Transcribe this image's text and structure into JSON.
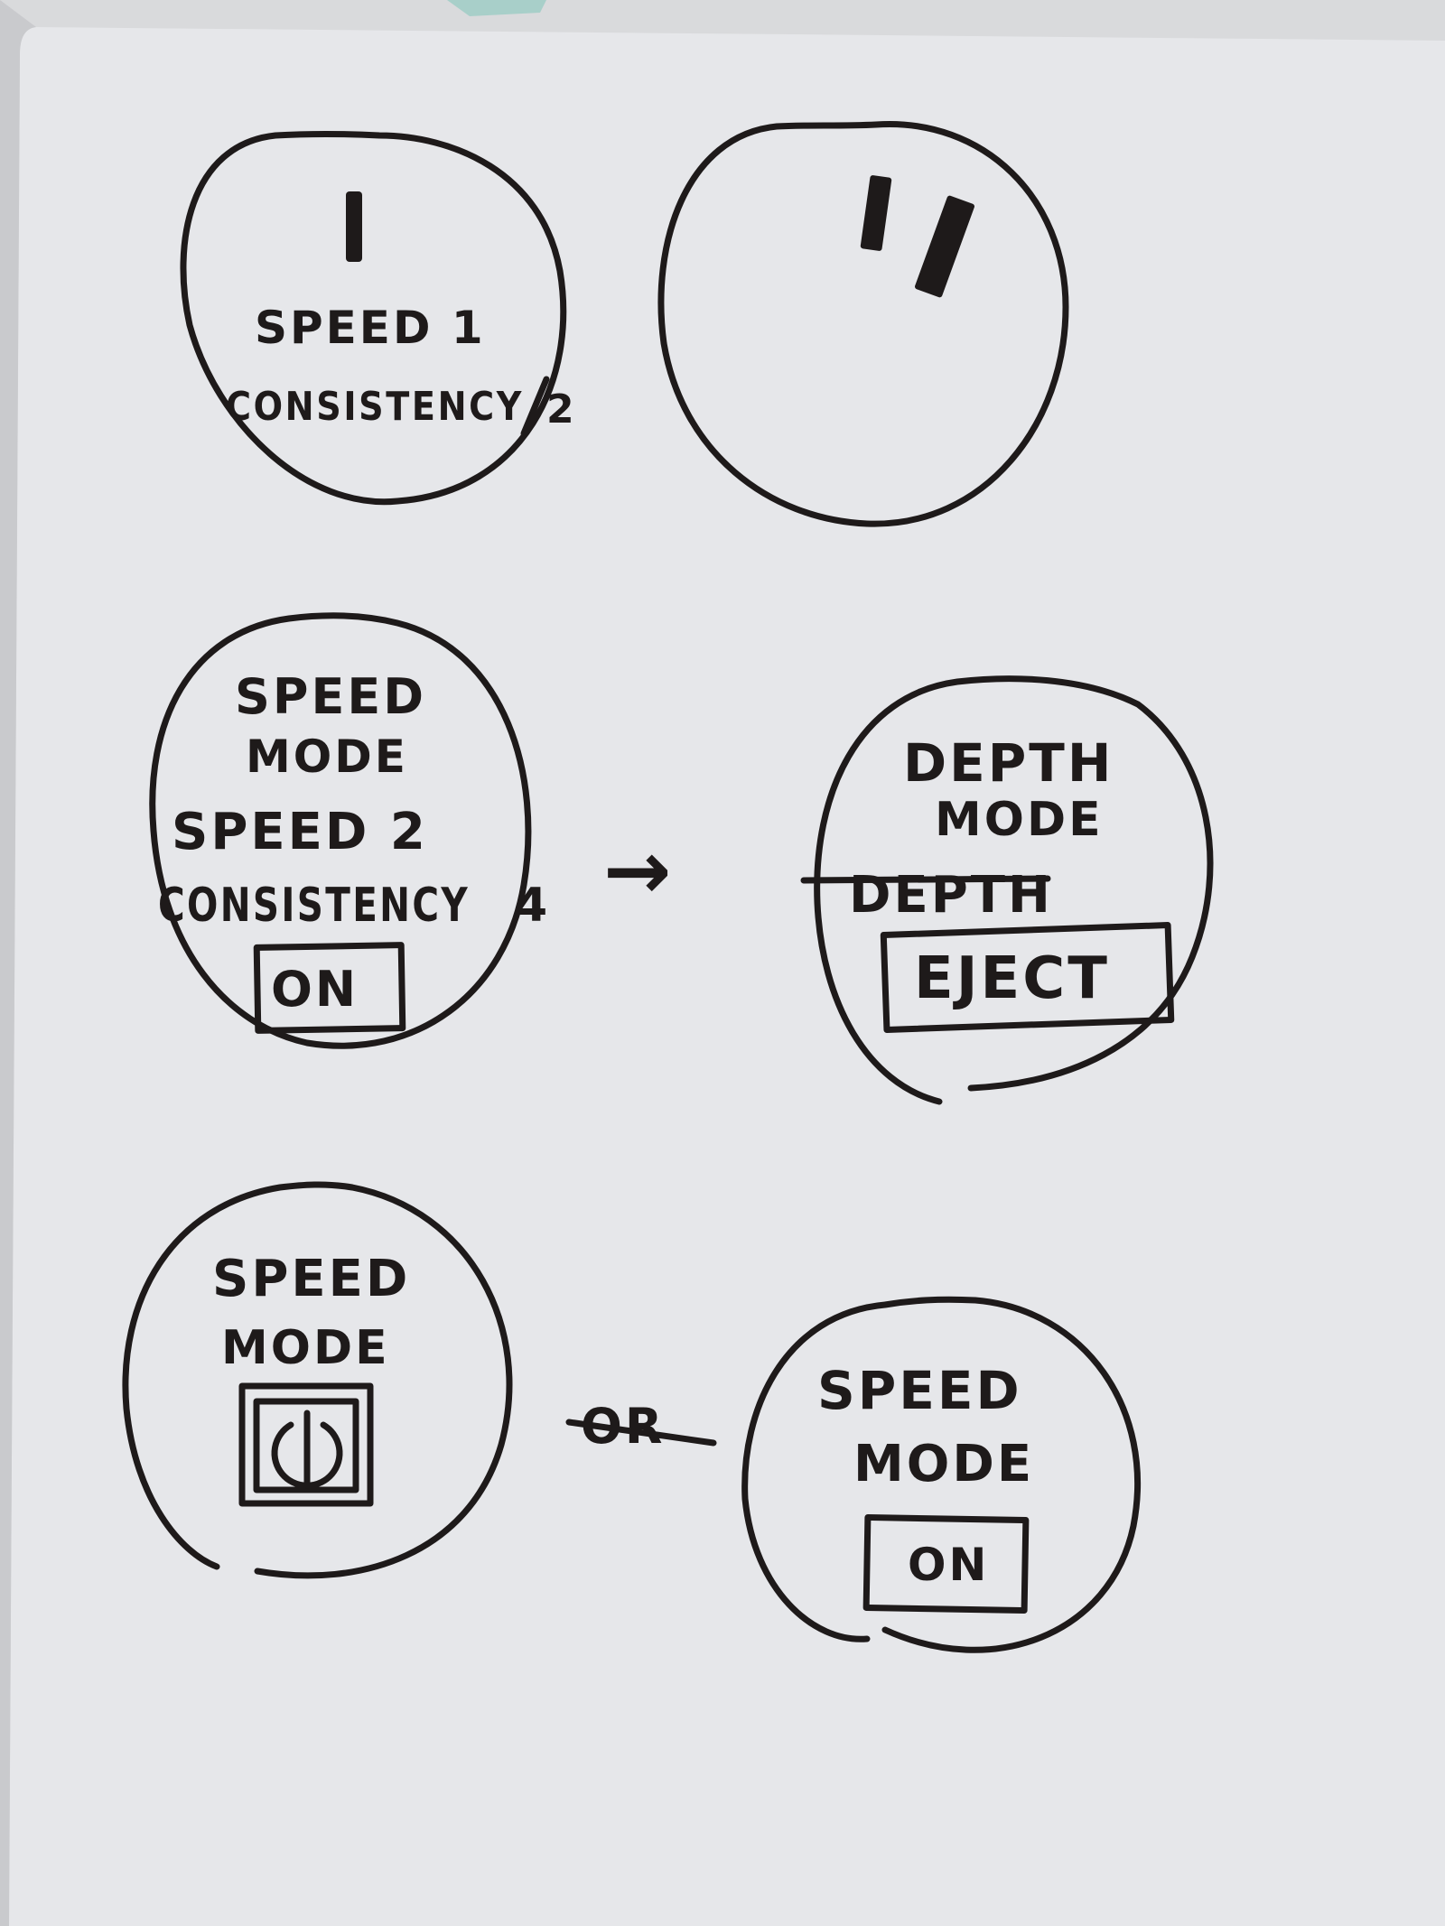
{
  "colors": {
    "paper": "#e6e7ea",
    "paper_shadow": "#c9cacd",
    "ink": "#1e1a1a",
    "tape": "#a8cfc9"
  },
  "sketch_1": {
    "hand": "I",
    "speed": "SPEED 1",
    "consistency": "CONSISTENCY",
    "consistency_value": "2"
  },
  "sketch_2": {
    "hand": "II"
  },
  "sketch_3": {
    "title_line1": "SPEED",
    "title_line2": "MODE",
    "speed": "SPEED  2",
    "consistency": "CONSISTENCY",
    "consistency_value": "4",
    "button": "ON"
  },
  "arrow": "→",
  "sketch_4": {
    "title_line1": "DEPTH",
    "title_line2": "MODE",
    "struck_label": "DEPTH",
    "button": "EJECT"
  },
  "sketch_5": {
    "title_line1": "SPEED",
    "title_line2": "MODE",
    "button_icon": "power-icon"
  },
  "or_label": "OR",
  "sketch_6": {
    "title_line1": "SPEED",
    "title_line2": "MODE",
    "button": "ON"
  }
}
